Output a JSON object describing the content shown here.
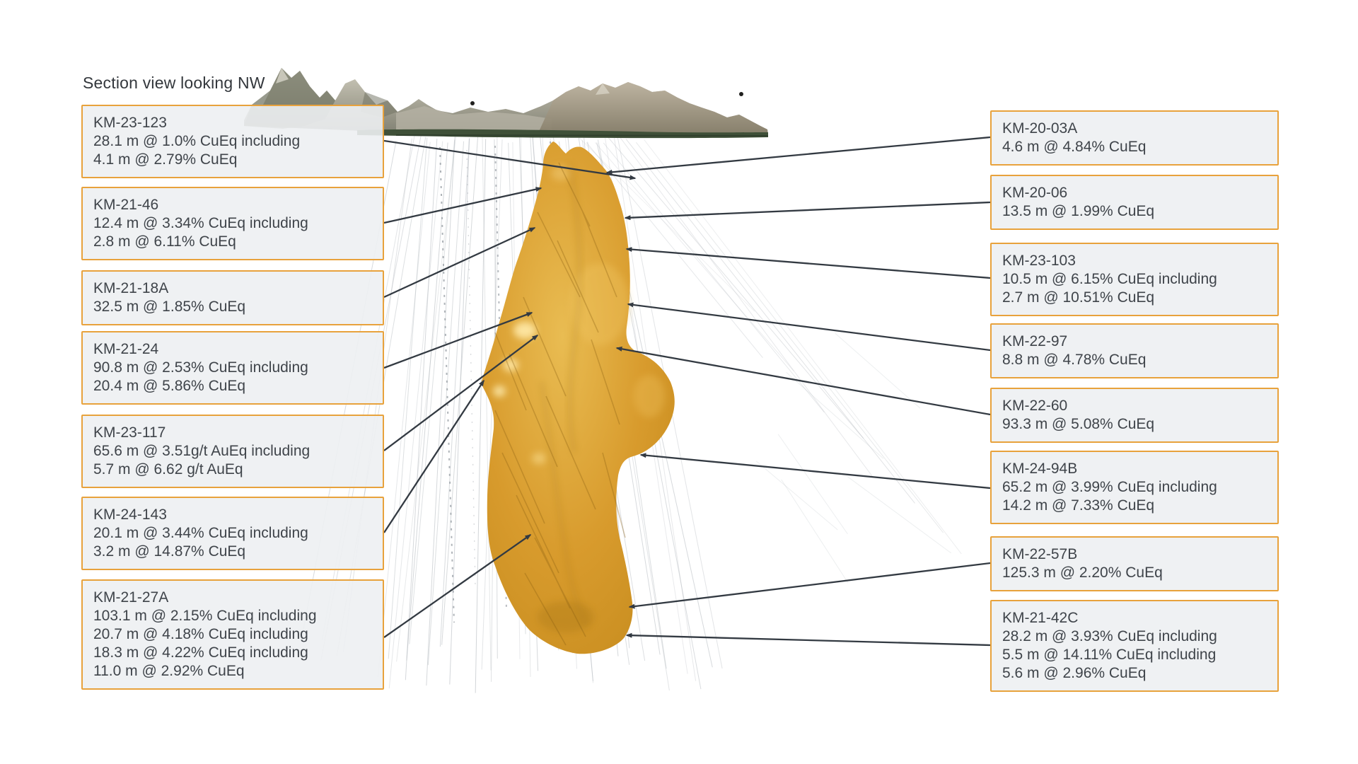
{
  "title": "Section view looking NW",
  "colors": {
    "accent_border": "#E8A23C",
    "box_background": "#EDEFF2",
    "text": "#3F444A",
    "leader_line": "#333A42",
    "orebody_gold": "#D89B2D",
    "orebody_highlight": "#F6D787",
    "orebody_shadow": "#A87718",
    "terrain_rock": "#8F8E80",
    "terrain_vegetation": "#3F5038",
    "drill_trace": "#B9BEC3"
  },
  "scene": {
    "orebody_label": "mineralized zone solid",
    "terrain_label": "surface topography",
    "drill_label": "drill hole traces"
  },
  "callouts": {
    "left": [
      {
        "id": "KM-23-123",
        "result": "28.1 m @ 1.0% CuEq including\n4.1 m @ 2.79% CuEq"
      },
      {
        "id": "KM-21-46",
        "result": "12.4 m @ 3.34% CuEq including\n2.8 m @ 6.11% CuEq"
      },
      {
        "id": "KM-21-18A",
        "result": "32.5 m @ 1.85% CuEq"
      },
      {
        "id": "KM-21-24",
        "result": "90.8 m @ 2.53% CuEq including\n20.4 m @ 5.86% CuEq"
      },
      {
        "id": "KM-23-117",
        "result": "65.6 m @ 3.51g/t AuEq including\n5.7 m @ 6.62 g/t AuEq"
      },
      {
        "id": "KM-24-143",
        "result": "20.1 m @ 3.44% CuEq including\n3.2 m @ 14.87% CuEq"
      },
      {
        "id": "KM-21-27A",
        "result": "103.1 m @ 2.15% CuEq including\n20.7 m @ 4.18% CuEq including\n18.3 m @ 4.22% CuEq including\n11.0 m @ 2.92% CuEq"
      }
    ],
    "right": [
      {
        "id": "KM-20-03A",
        "result": "4.6 m @ 4.84% CuEq"
      },
      {
        "id": "KM-20-06",
        "result": "13.5 m @ 1.99% CuEq"
      },
      {
        "id": "KM-23-103",
        "result": "10.5 m @ 6.15% CuEq including\n2.7 m @ 10.51% CuEq"
      },
      {
        "id": "KM-22-97",
        "result": "8.8 m @ 4.78% CuEq"
      },
      {
        "id": "KM-22-60",
        "result": "93.3 m @ 5.08% CuEq"
      },
      {
        "id": "KM-24-94B",
        "result": "65.2 m @ 3.99% CuEq including\n14.2 m @ 7.33% CuEq"
      },
      {
        "id": "KM-22-57B",
        "result": "125.3 m @ 2.20% CuEq"
      },
      {
        "id": "KM-21-42C",
        "result": "28.2 m @ 3.93% CuEq including\n5.5 m @ 14.11% CuEq including\n5.6 m @ 2.96% CuEq"
      }
    ]
  }
}
